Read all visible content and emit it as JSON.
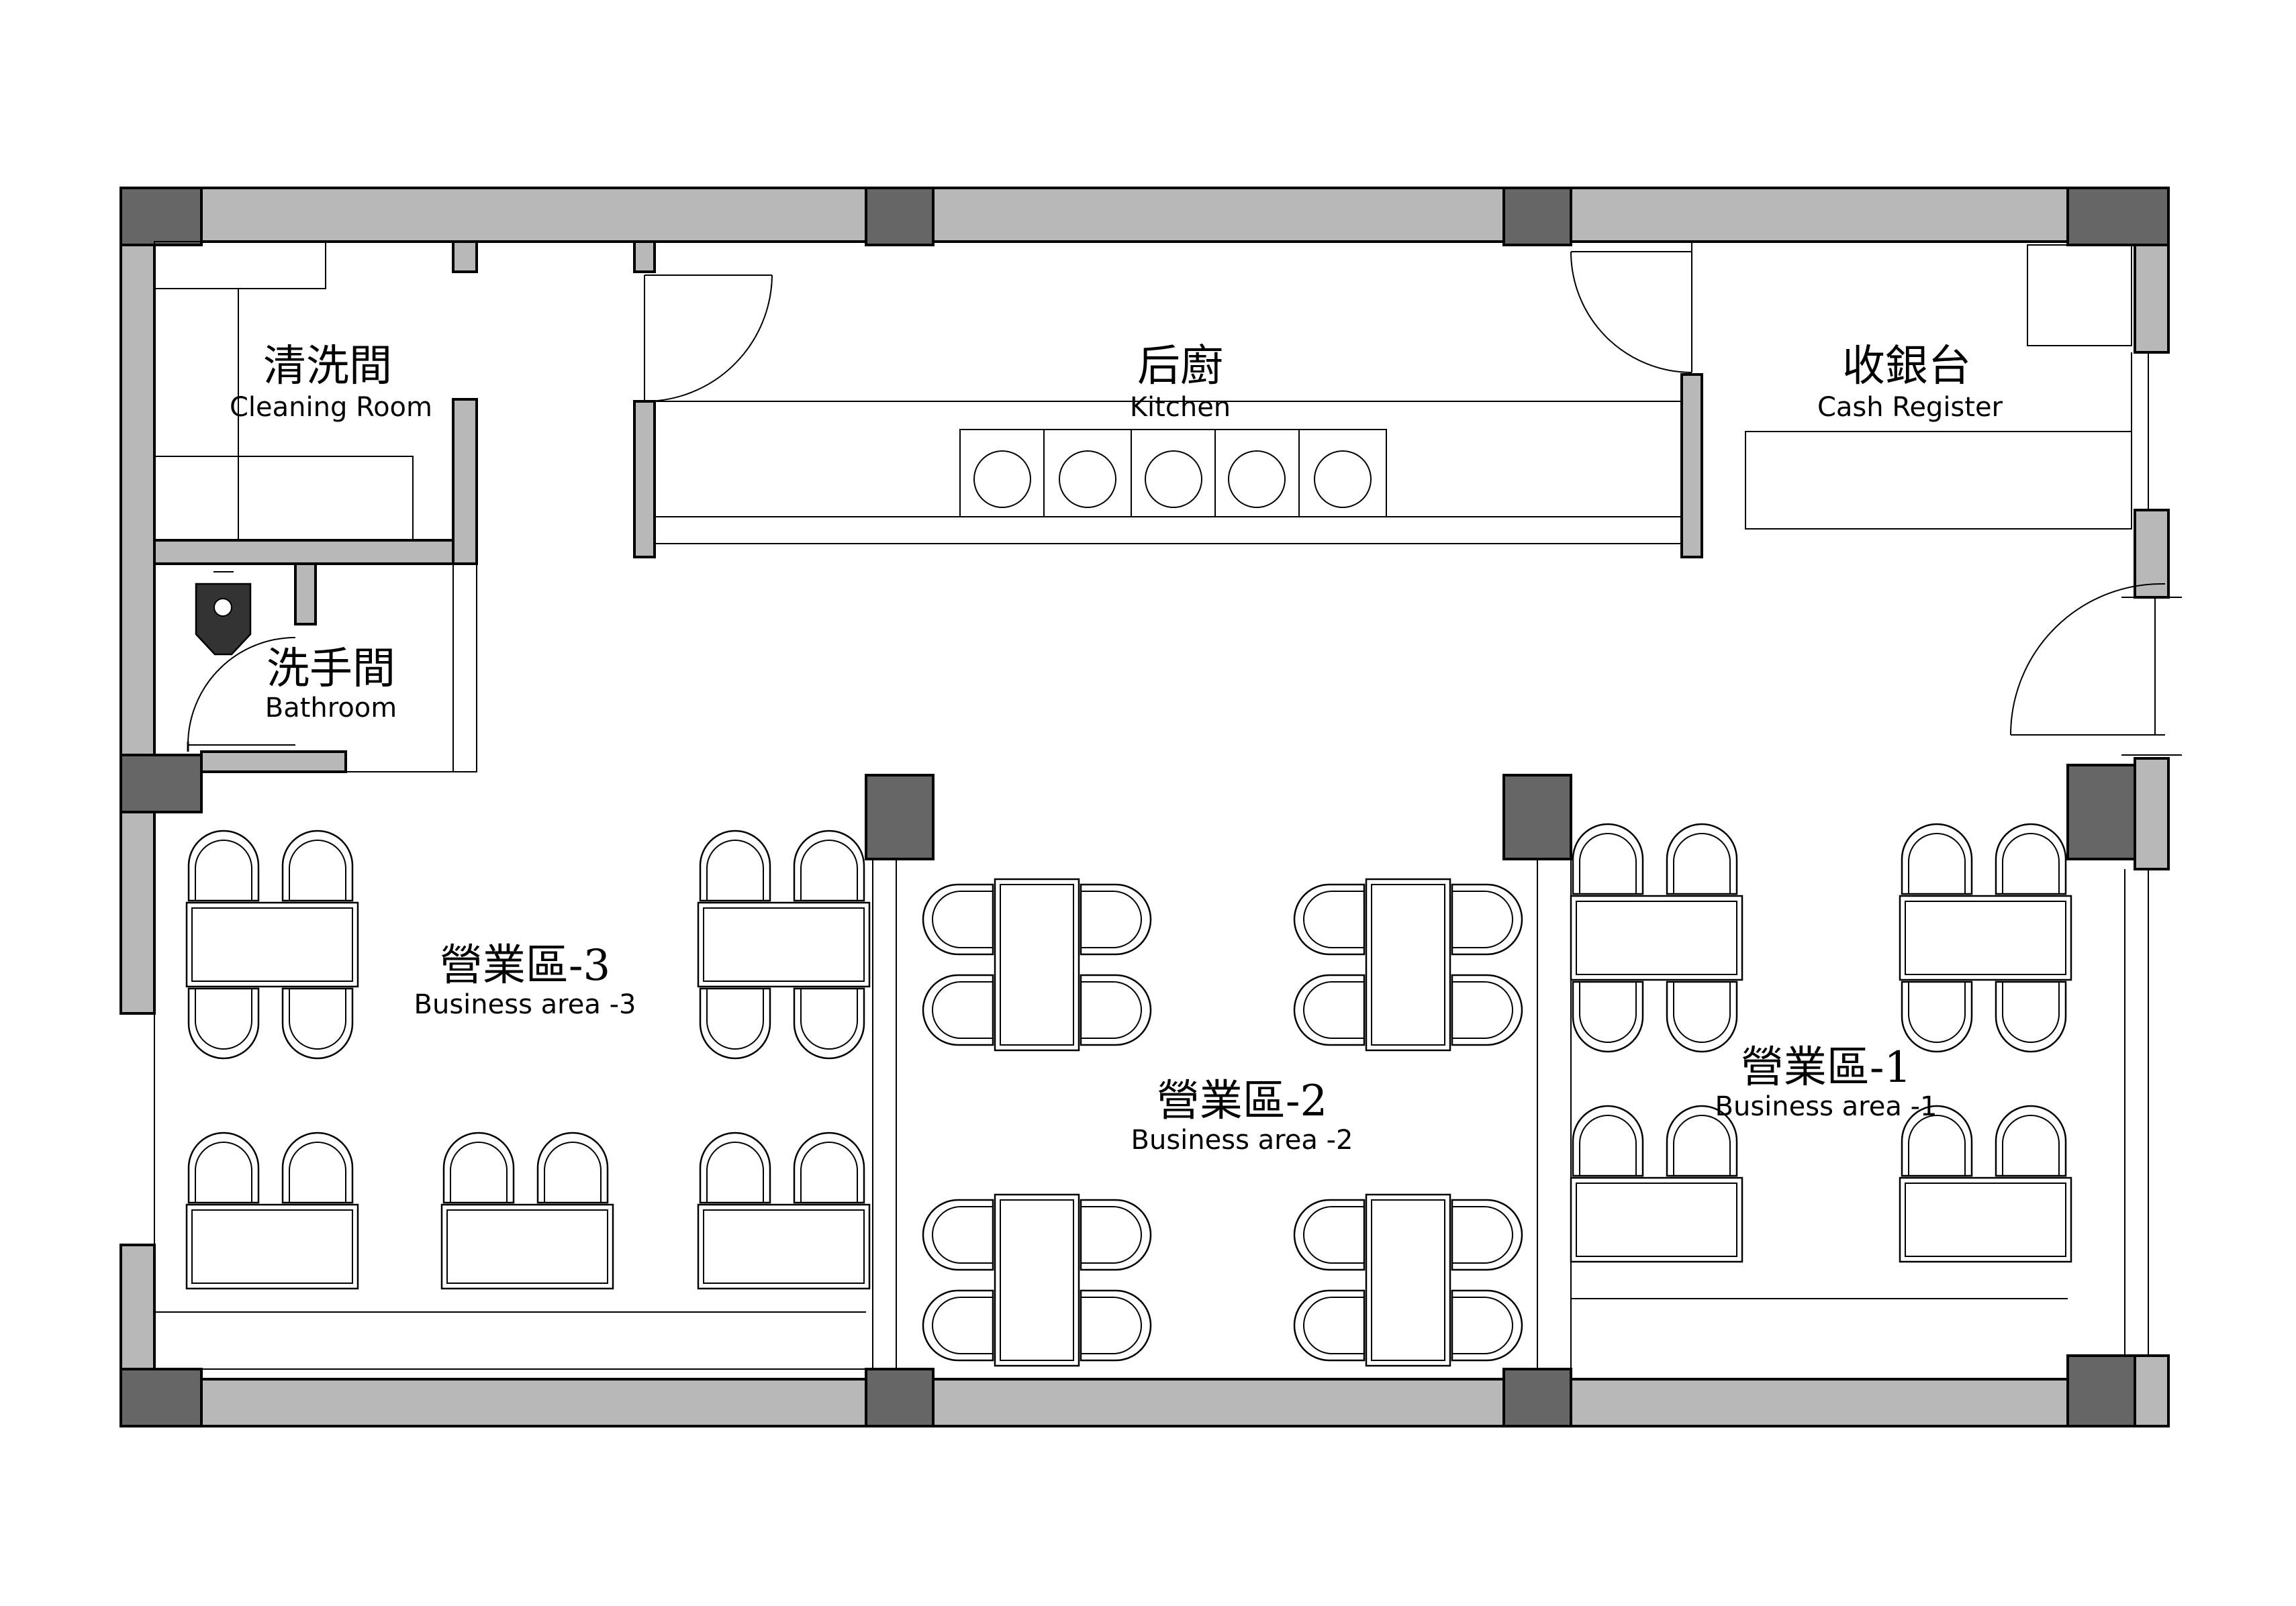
{
  "rooms": [
    {
      "id": "cleaning",
      "zh": "清洗間",
      "en": "Cleaning Room"
    },
    {
      "id": "kitchen",
      "zh": "后廚",
      "en": "Kitchen"
    },
    {
      "id": "cashier",
      "zh": "收銀台",
      "en": "Cash Register"
    },
    {
      "id": "bathroom",
      "zh": "洗手間",
      "en": "Bathroom"
    },
    {
      "id": "area3",
      "zh": "營業區-3",
      "en": "Business area -3"
    },
    {
      "id": "area2",
      "zh": "營業區-2",
      "en": "Business area -2"
    },
    {
      "id": "area1",
      "zh": "營業區-1",
      "en": "Business area -1"
    }
  ],
  "colors": {
    "wall": "#b8b8b8",
    "column": "#666666",
    "line": "#000000",
    "background": "#ffffff"
  },
  "icons": [
    "door-swing-icon",
    "chair-icon",
    "table-icon",
    "stove-burner-icon",
    "toilet-icon"
  ]
}
